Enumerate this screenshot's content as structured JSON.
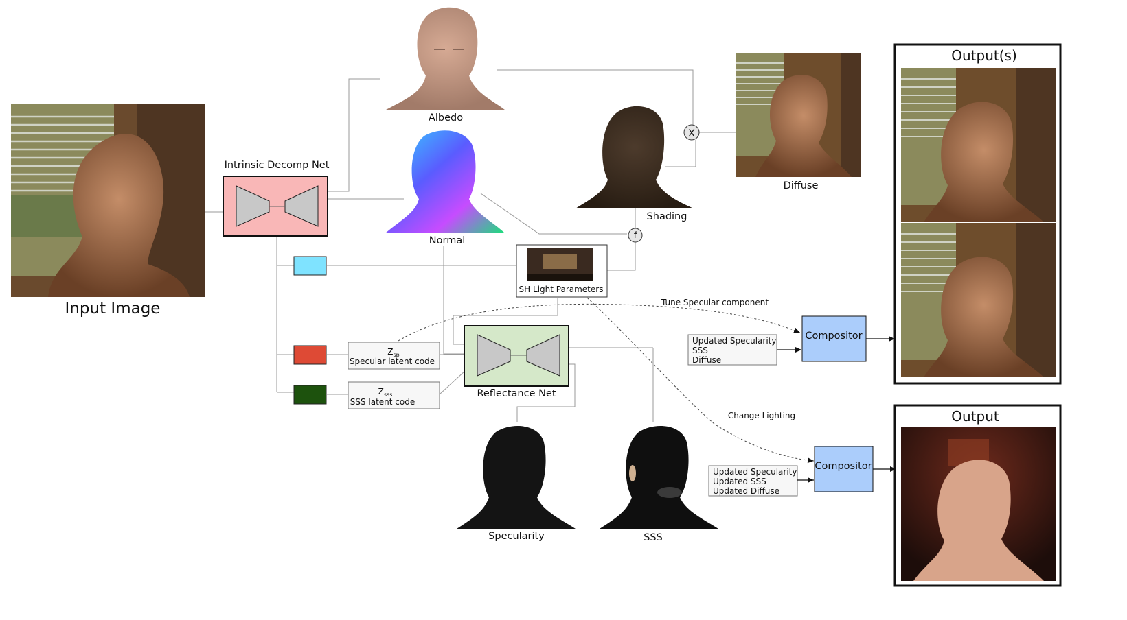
{
  "input": {
    "label": "Input Image"
  },
  "decomp_net": {
    "label": "Intrinsic Decomp Net"
  },
  "albedo": {
    "label": "Albedo"
  },
  "normal": {
    "label": "Normal"
  },
  "shading": {
    "label": "Shading"
  },
  "diffuse": {
    "label": "Diffuse"
  },
  "multiply_op": {
    "symbol": "X"
  },
  "f_op": {
    "symbol": "f"
  },
  "sh_light": {
    "label": "SH Light Parameters"
  },
  "specular_code": {
    "symbol": "Z",
    "subscript": "sp",
    "label": "Specular latent code"
  },
  "sss_code": {
    "symbol": "Z",
    "subscript": "sss",
    "label": "SSS latent code"
  },
  "reflectance_net": {
    "label": "Reflectance Net"
  },
  "specularity": {
    "label": "Specularity"
  },
  "sss": {
    "label": "SSS"
  },
  "compositor_top": {
    "label": "Compositor",
    "inputs": [
      "Updated Specularity",
      "SSS",
      "Diffuse"
    ],
    "annotation": "Tune Specular component"
  },
  "compositor_bottom": {
    "label": "Compositor",
    "inputs": [
      "Updated Specularity",
      "Updated SSS",
      "Updated Diffuse"
    ],
    "annotation": "Change Lighting"
  },
  "outputs_top": {
    "label": "Output(s)"
  },
  "output_bottom": {
    "label": "Output"
  },
  "colors": {
    "decomp_fill": "#f9b7b7",
    "reflectance_fill": "#d5e8c9",
    "compositor_fill": "#abcdfb",
    "code_light": "#7fe3ff",
    "code_specular": "#de4a35",
    "code_sss": "#1d520d",
    "trapezoid": "#c8c8c8"
  }
}
